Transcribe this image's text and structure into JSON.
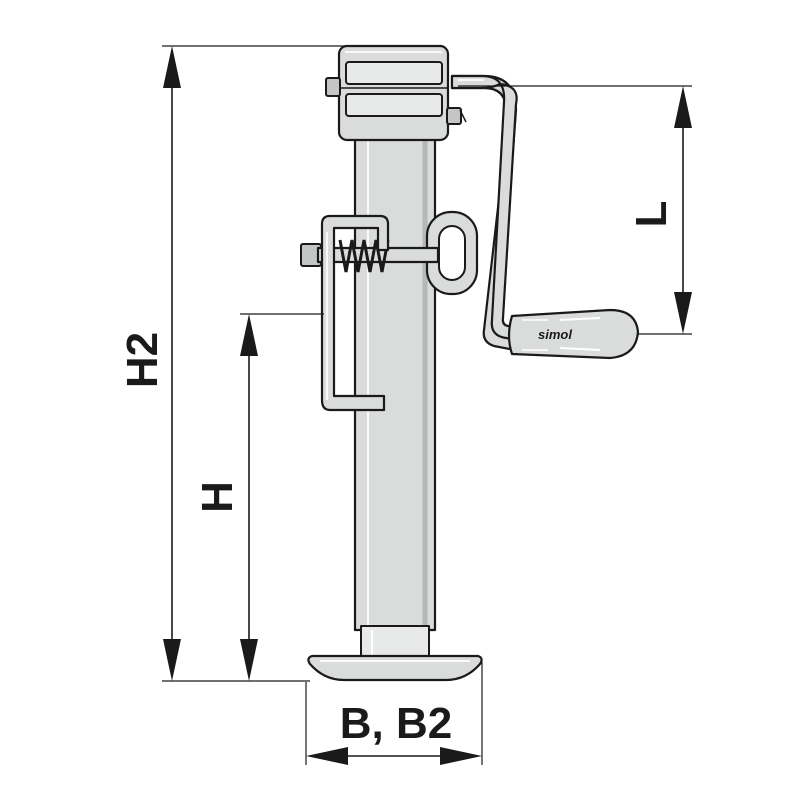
{
  "dimensions": {
    "overall_height": "H2",
    "height": "H",
    "crank_length": "L",
    "foot_width": "B, B2"
  },
  "handle_brand": "simol"
}
